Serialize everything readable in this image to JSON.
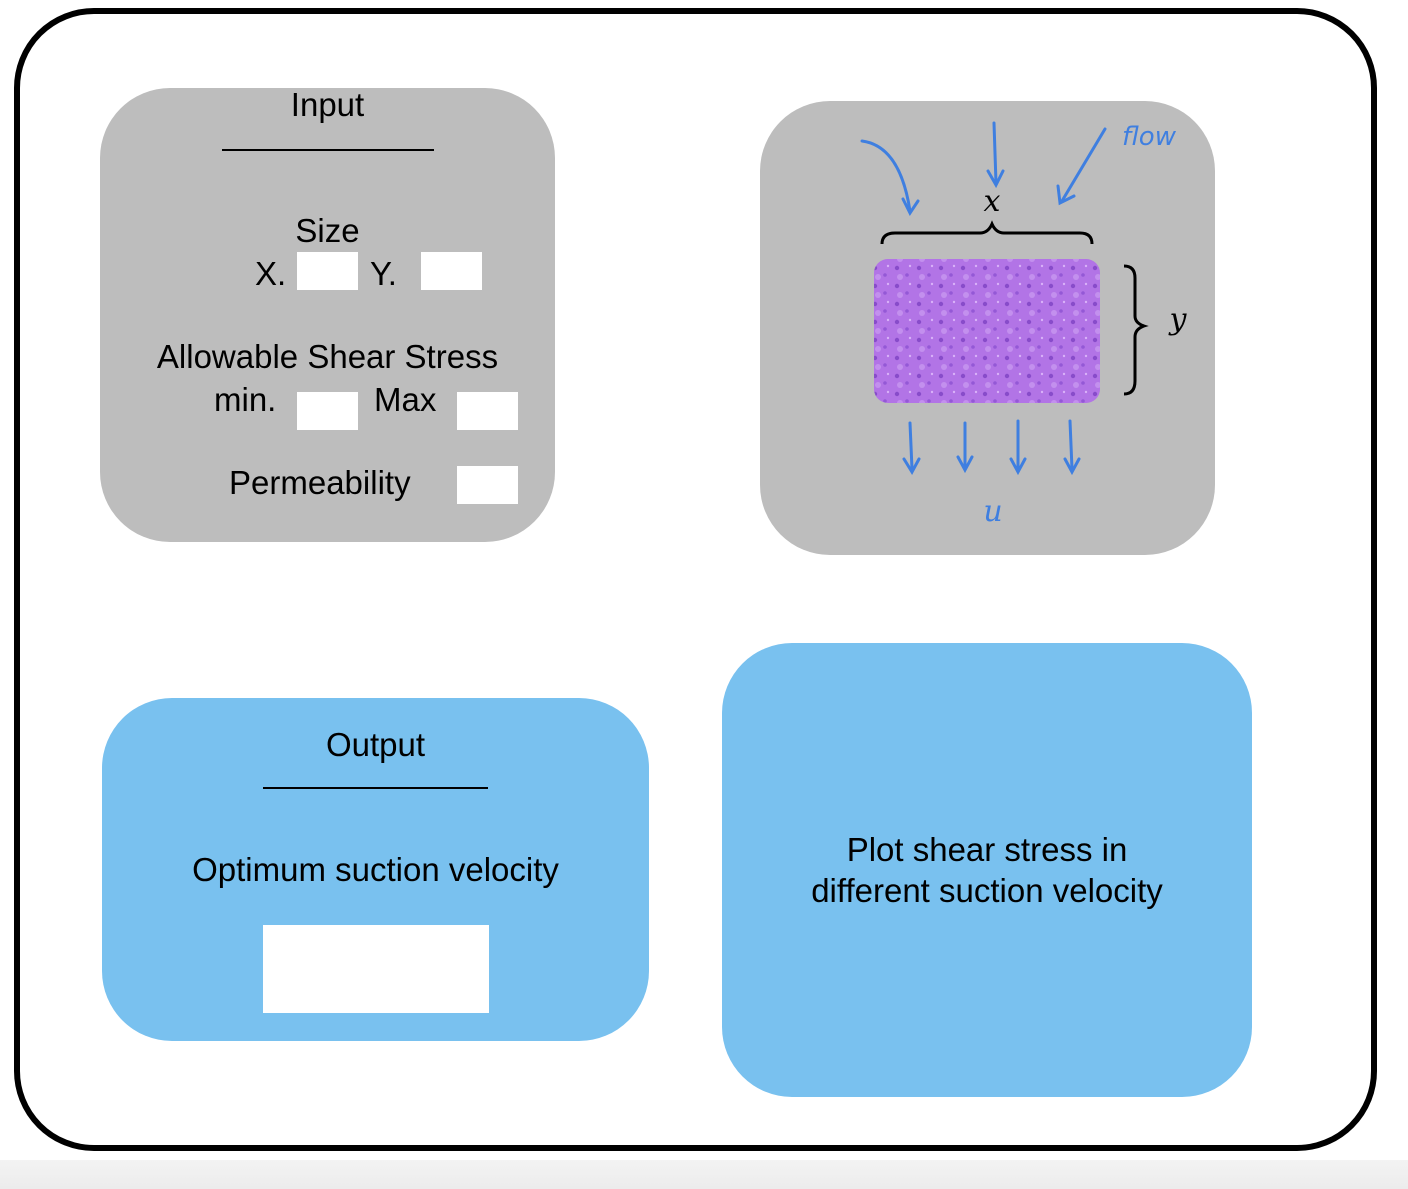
{
  "input_panel": {
    "title": "Input",
    "size_label": "Size",
    "x_label": "X.",
    "y_label": "Y.",
    "shear_label": "Allowable Shear Stress",
    "min_label": "min.",
    "max_label": "Max",
    "permeability_label": "Permeability"
  },
  "diagram_panel": {
    "flow_label": "flow",
    "x_label": "x",
    "y_label": "y",
    "u_label": "u",
    "tissue_color": "#b274e6"
  },
  "output_panel": {
    "title": "Output",
    "result_label": "Optimum suction velocity"
  },
  "plot_panel": {
    "line1": "Plot shear stress in",
    "line2": "different suction velocity"
  },
  "colors": {
    "grey_panel": "#bdbdbd",
    "blue_panel": "#79c1ef",
    "annotation_blue": "#3f7fe0"
  }
}
